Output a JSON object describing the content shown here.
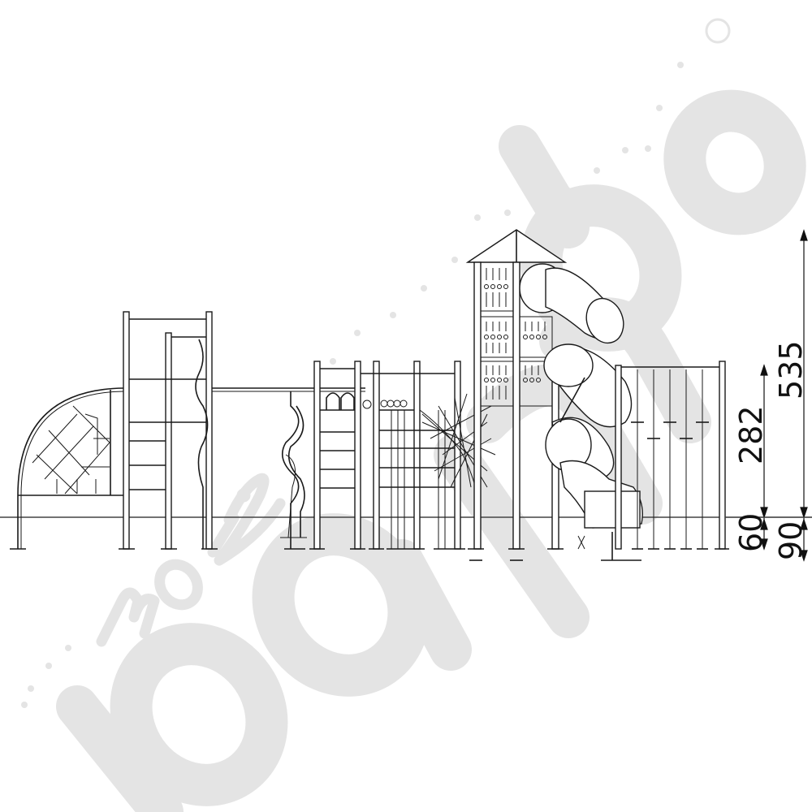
{
  "diagram": {
    "type": "technical-elevation-drawing",
    "subject": "playground equipment side view",
    "components": [
      {
        "id": "quarter-circle-climbing-net",
        "label": "Quarter-circle climbing frame"
      },
      {
        "id": "ladder-frame",
        "label": "Ladder frame with wavy pole"
      },
      {
        "id": "horizontal-bar",
        "label": "Horizontal crossbar"
      },
      {
        "id": "twisted-climbing-poles",
        "label": "Twisted climbing poles"
      },
      {
        "id": "monkey-bars-frame",
        "label": "Monkey bars with rings"
      },
      {
        "id": "rope-net",
        "label": "Rope climbing net"
      },
      {
        "id": "tower",
        "label": "Roofed tower with perforated panels"
      },
      {
        "id": "spiral-tube-slide",
        "label": "Spiral tube slide"
      },
      {
        "id": "rope-climbing-frame",
        "label": "Rope ladder frame"
      }
    ],
    "dimensions": {
      "total_height": "535",
      "platform_height": "282",
      "foundation_a": "60",
      "foundation_b": "90"
    }
  },
  "watermark": {
    "text": "moje bambino",
    "registered_symbol": "®"
  },
  "colors": {
    "line": "#1a1a1a",
    "watermark": "#e4e4e4",
    "background": "#ffffff"
  }
}
